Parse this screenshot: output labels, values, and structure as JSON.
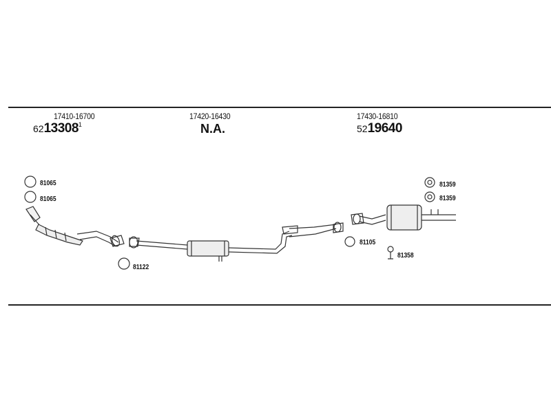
{
  "sections": [
    {
      "oem": "17410-16700",
      "code_prefix": "62",
      "code_main": "13308",
      "code_mark": "1"
    },
    {
      "oem": "17420-16430",
      "code_text": "N.A."
    },
    {
      "oem": "17430-16810",
      "code_prefix": "52",
      "code_main": "19640"
    }
  ],
  "parts": [
    {
      "id": "ring-1",
      "label": "81065"
    },
    {
      "id": "ring-2",
      "label": "81065"
    },
    {
      "id": "ring-3",
      "label": "81122"
    },
    {
      "id": "ring-4",
      "label": "81105"
    },
    {
      "id": "hanger-1",
      "label": "81359"
    },
    {
      "id": "hanger-2",
      "label": "81359"
    },
    {
      "id": "bolt-1",
      "label": "81358"
    }
  ],
  "colors": {
    "line": "#222222",
    "stroke": "#333333",
    "fill": "#eeeeee"
  }
}
